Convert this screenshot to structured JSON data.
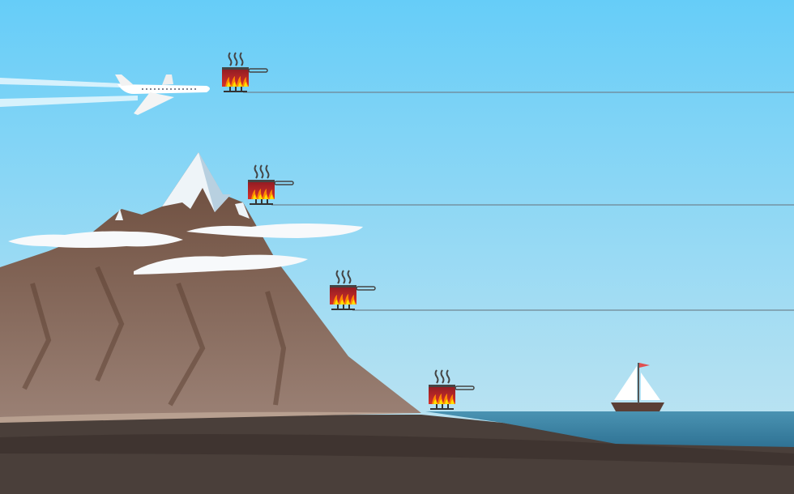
{
  "colors": {
    "sky_top": "#66cdf8",
    "sky_bottom": "#c4e4f0",
    "mountain": "#7a5a48",
    "snow": "#eef4f8",
    "sea": "#3f88a8",
    "ground": "#4a3f3a",
    "pot": "#b0202a",
    "flame": "#ff8a00",
    "level_line": "#6f8592"
  },
  "icons": [
    "airplane-icon",
    "boiling-pot-icon",
    "sailboat-icon",
    "cloud-icon"
  ],
  "pots": [
    {
      "name": "pot-airplane-altitude"
    },
    {
      "name": "pot-mountain-peak"
    },
    {
      "name": "pot-mountain-mid"
    },
    {
      "name": "pot-sea-level"
    }
  ]
}
